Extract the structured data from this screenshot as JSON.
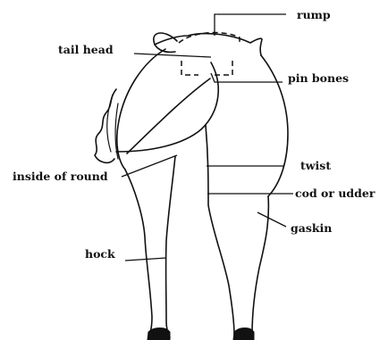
{
  "labels": {
    "rump": "rump",
    "tail_head": "tail head",
    "pin_bones": "pin bones",
    "inside_of_round": "inside of round",
    "twist": "twist",
    "cod_or_udder": "cod or udder",
    "gaskin": "gaskin",
    "hock": "hock"
  }
}
